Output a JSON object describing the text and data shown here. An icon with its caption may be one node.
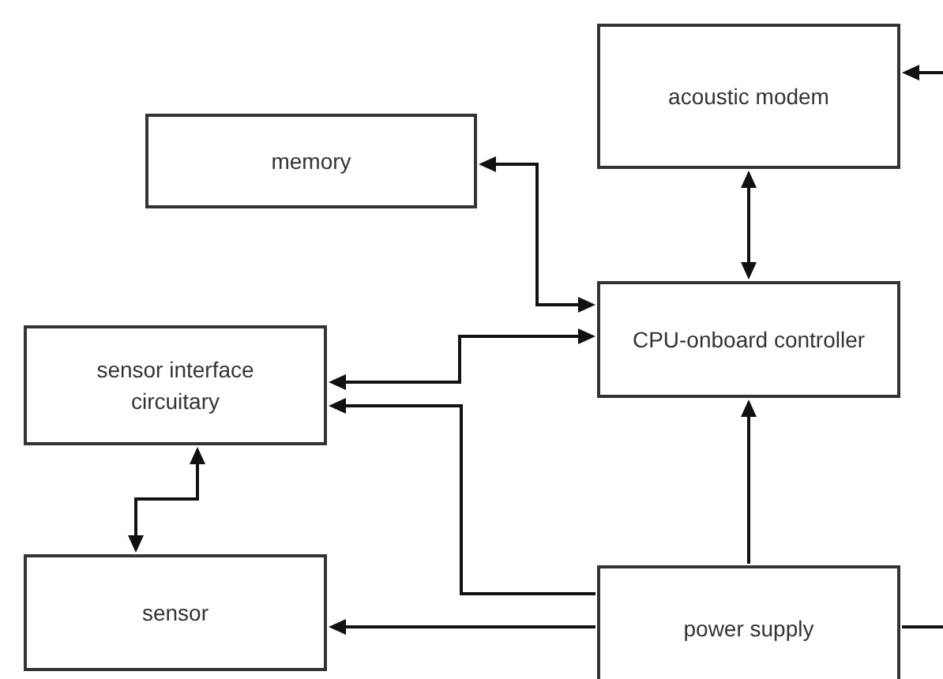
{
  "diagram": {
    "nodes": [
      {
        "text": [
          "acoustic modem"
        ]
      },
      {
        "text": [
          "memory"
        ]
      },
      {
        "text": [
          "CPU-onboard controller"
        ]
      },
      {
        "text": [
          "sensor interface circuitary"
        ]
      },
      {
        "text": [
          "sensor"
        ]
      },
      {
        "text": [
          "power supply"
        ]
      }
    ],
    "edges": [
      {
        "from": null,
        "to": 0,
        "arrow": "to"
      },
      {
        "from": 0,
        "to": 2,
        "arrow": "both"
      },
      {
        "from": 1,
        "to": 2,
        "arrow": "both"
      },
      {
        "from": 2,
        "to": 3,
        "arrow": "both"
      },
      {
        "from": 5,
        "to": 3,
        "arrow": "to"
      },
      {
        "from": 3,
        "to": 4,
        "arrow": "both"
      },
      {
        "from": 5,
        "to": 4,
        "arrow": "to"
      },
      {
        "from": 5,
        "to": 2,
        "arrow": "to"
      },
      {
        "from": 5,
        "to": null,
        "arrow": "none"
      }
    ]
  }
}
